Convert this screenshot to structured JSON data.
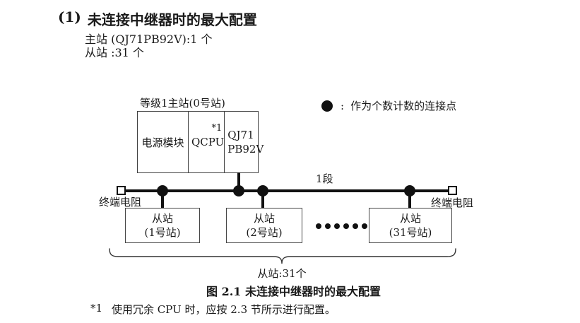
{
  "section": {
    "number": "(1)",
    "title": "未连接中继器时的最大配置",
    "master_line": "主站 (QJ71PB92V):1 个",
    "slave_line": "从站 :31 个"
  },
  "diagram": {
    "master": {
      "label": "等级1主站(0号站)",
      "power_module": "电源模块",
      "cpu": "QCPU",
      "cpu_note": "*1",
      "network_line1": "QJ71",
      "network_line2": "PB92V"
    },
    "legend": {
      "separator": ":",
      "text": "作为个数计数的连接点"
    },
    "segment_label": "1段",
    "terminator_left": "终端电阻",
    "terminator_right": "终端电阻",
    "slaves": [
      {
        "name": "从站",
        "station": "(1号站)"
      },
      {
        "name": "从站",
        "station": "(2号站)"
      },
      {
        "name": "从站",
        "station": "(31号站)"
      }
    ],
    "slave_count_label": "从站:31个"
  },
  "caption": "图 2.1 未连接中继器时的最大配置",
  "footnote": {
    "marker": "*1",
    "text": "使用冗余 CPU 时，应按 2.3 节所示进行配置。"
  },
  "colors": {
    "text": "#1a1a1a",
    "line": "#111111",
    "border": "#3f3f3f",
    "background": "#ffffff"
  }
}
